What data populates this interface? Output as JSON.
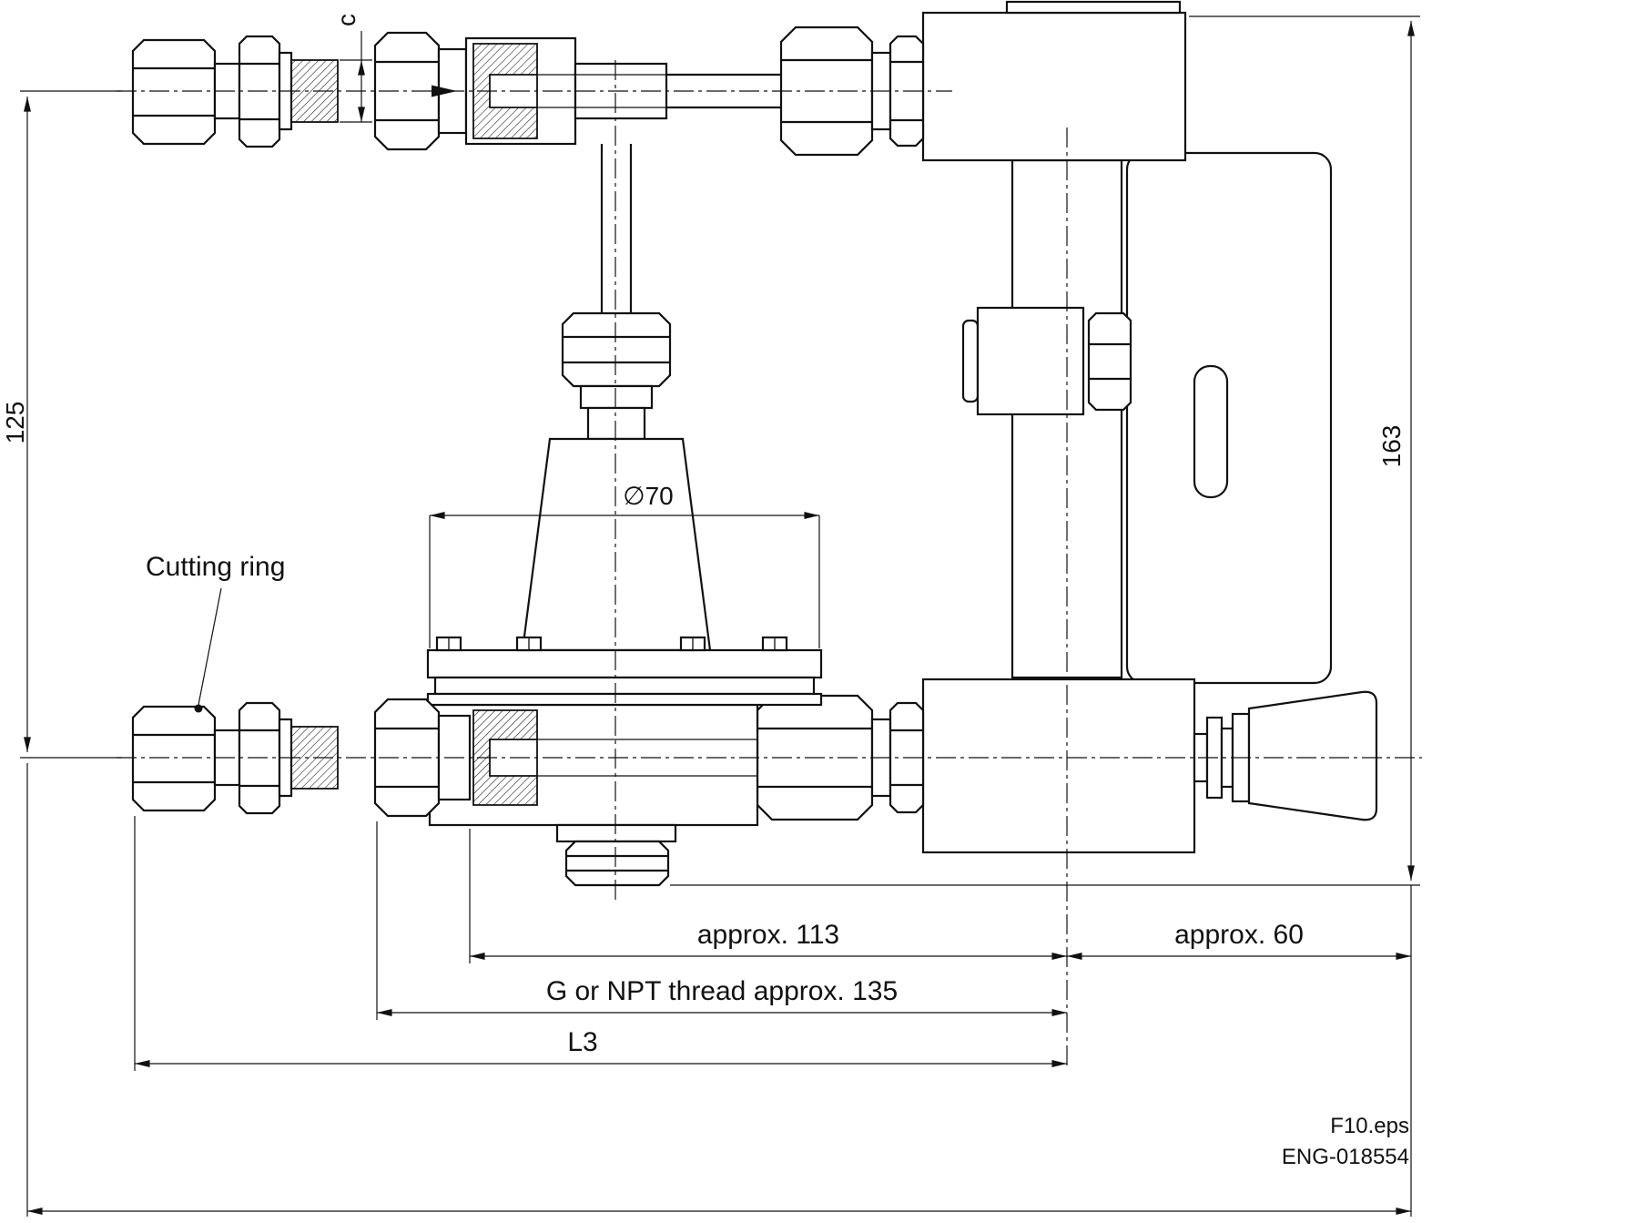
{
  "labels": {
    "cutting_ring": "Cutting ring",
    "dim_c": "c",
    "dim_125": "125",
    "dim_163": "163",
    "dia_70": "∅70",
    "approx_113": "approx. 113",
    "approx_60": "approx. 60",
    "g_npt_135": "G or NPT thread approx. 135",
    "l3": "L3",
    "file_name": "F10.eps",
    "doc_number": "ENG-018554"
  },
  "colors": {
    "line": "#111111",
    "background": "#ffffff"
  }
}
